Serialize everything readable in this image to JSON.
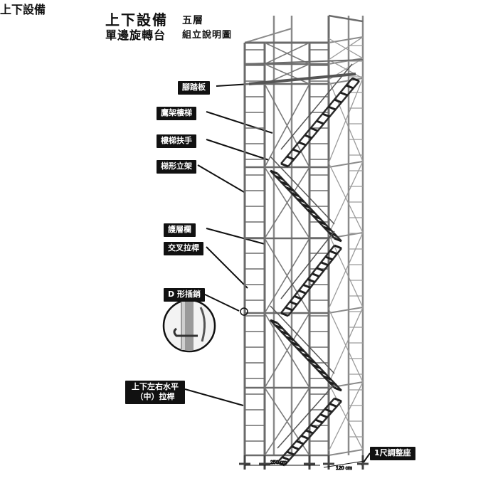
{
  "title": {
    "main": "上下設備",
    "sub": "單邊旋轉台",
    "floors": "五層",
    "caption": "組立說明圖"
  },
  "labels": {
    "footboard": "腳踏板",
    "ladder": "鷹架樓梯",
    "handrail": "樓梯扶手",
    "ladder_frame": "梯形立架",
    "guardrail": "護層欄",
    "cross_brace": "交叉拉桿",
    "d_pin": "D 形插銷",
    "horizontal_brace": "上下左右水平（中）拉桿",
    "base_jack": "1尺調整座"
  },
  "dimensions": {
    "width": "250 cm",
    "depth": "120 cm"
  },
  "colors": {
    "label_bg": "#111111",
    "frame": "#6b6b6b",
    "frame_light": "#a8a8a8",
    "stair": "#2b2b2b"
  }
}
